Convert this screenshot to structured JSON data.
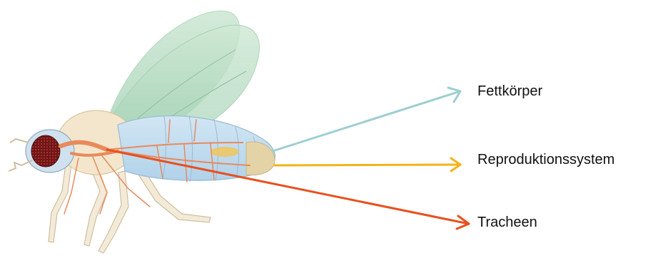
{
  "labels": {
    "fat_body": "Fettkörper",
    "reproductive_system": "Reproduktionssystem",
    "tracheae": "Tracheen"
  },
  "colors": {
    "fat_body_arrow": "#9fcfcf",
    "reproductive_arrow": "#f2b31a",
    "tracheae_arrow": "#e8501d",
    "abdomen": "#bcd9ee",
    "wing": "#a8d3b4",
    "trachea": "#e88a5b",
    "eye": "#7a1a1a"
  },
  "icons": {
    "illustration": "fruit-fly-anatomy"
  }
}
